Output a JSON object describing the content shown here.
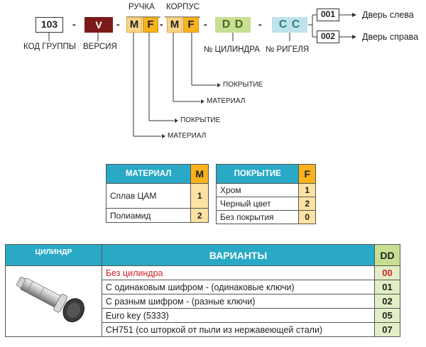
{
  "diagram": {
    "code_group": {
      "value": "103",
      "label": "КОД ГРУППЫ"
    },
    "version": {
      "value": "V",
      "label": "ВЕРСИЯ"
    },
    "handle": {
      "title": "РУЧКА",
      "m": "M",
      "f": "F"
    },
    "body": {
      "title": "КОРПУС",
      "m": "M",
      "f": "F"
    },
    "cylinder": {
      "value": "D D",
      "label": "№ ЦИЛИНДРА"
    },
    "bolt": {
      "value": "C C",
      "label": "№ РИГЕЛЯ"
    },
    "separator": "-",
    "door_left": {
      "code": "001",
      "label": "Дверь слева"
    },
    "door_right": {
      "code": "002",
      "label": "Дверь справа"
    },
    "callouts": {
      "body_coating": "ПОКРЫТИЕ",
      "body_material": "МАТЕРИАЛ",
      "handle_coating": "ПОКРЫТИЕ",
      "handle_material": "МАТЕРИАЛ"
    },
    "colors": {
      "teal": "#29a9c6",
      "yellow": "#f7b21d",
      "dark_red": "#7b1a1a",
      "light_green": "#c8df93",
      "light_teal": "#bfe3ea"
    }
  },
  "material_table": {
    "header": "МАТЕРИАЛ",
    "code_header": "M",
    "rows": [
      {
        "label": "Сплав ЦАМ",
        "code": "1"
      },
      {
        "label": "Полиамид",
        "code": "2"
      }
    ]
  },
  "coating_table": {
    "header": "ПОКРЫТИЕ",
    "code_header": "F",
    "rows": [
      {
        "label": "Хром",
        "code": "1"
      },
      {
        "label": "Черный цвет",
        "code": "2"
      },
      {
        "label": "Без покрытия",
        "code": "0"
      }
    ]
  },
  "cylinder_table": {
    "col1_header": "ЦИЛИНДР",
    "col2_header": "ВАРИАНТЫ",
    "col3_header": "DD",
    "rows": [
      {
        "label": "Без цилиндра",
        "code": "00",
        "highlight": true
      },
      {
        "label": "С одинаковым шифром -  (одинаковые ключи)",
        "code": "01"
      },
      {
        "label": "С разным шифром - (разные ключи)",
        "code": "02"
      },
      {
        "label": "Euro key (5333)",
        "code": "05"
      },
      {
        "label": "CH751 (со шторкой от пыли из нержавеющей стали)",
        "code": "07"
      }
    ],
    "image_icon": "cylinder-lock-with-key-icon"
  }
}
